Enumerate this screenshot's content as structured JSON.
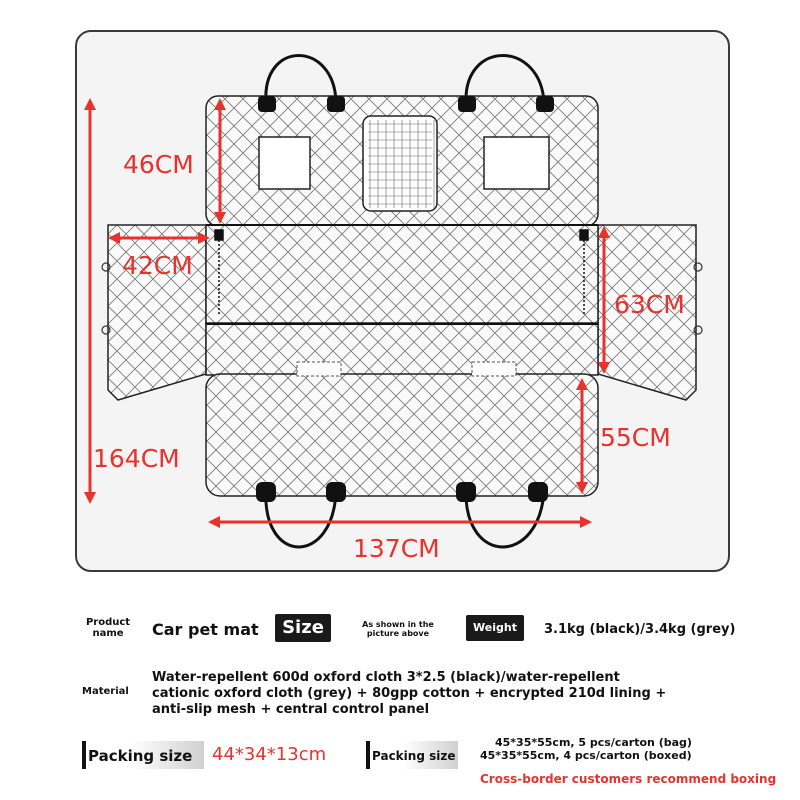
{
  "dimensions": {
    "top_height": "46CM",
    "side_flap_width": "42CM",
    "side_flap_height": "63CM",
    "total_height": "164CM",
    "seat_height": "55CM",
    "width": "137CM"
  },
  "specs": {
    "product_name_label": "Product name",
    "product_name_value": "Car pet mat",
    "size_label": "Size",
    "size_value": "As shown in the picture above",
    "weight_label": "Weight",
    "weight_value": "3.1kg (black)/3.4kg (grey)",
    "material_label": "Material",
    "material_value_line1": "Water-repellent 600d oxford cloth 3*2.5 (black)/water-repellent",
    "material_value_line2": "cationic oxford cloth (grey) + 80gpp cotton + encrypted 210d lining +",
    "material_value_line3": "anti-slip mesh + central control panel",
    "packing_size_label": "Packing size",
    "packing_size_value": "44*34*13cm",
    "packing_size_label_2": "Packing size",
    "carton_bag": "45*35*55cm, 5 pcs/carton (bag)",
    "carton_boxed": "45*35*55cm, 4 pcs/carton (boxed)",
    "recommendation": "Cross-border customers recommend boxing"
  },
  "colors": {
    "accent_red": "#e8322d",
    "dark": "#1a1a1a"
  }
}
